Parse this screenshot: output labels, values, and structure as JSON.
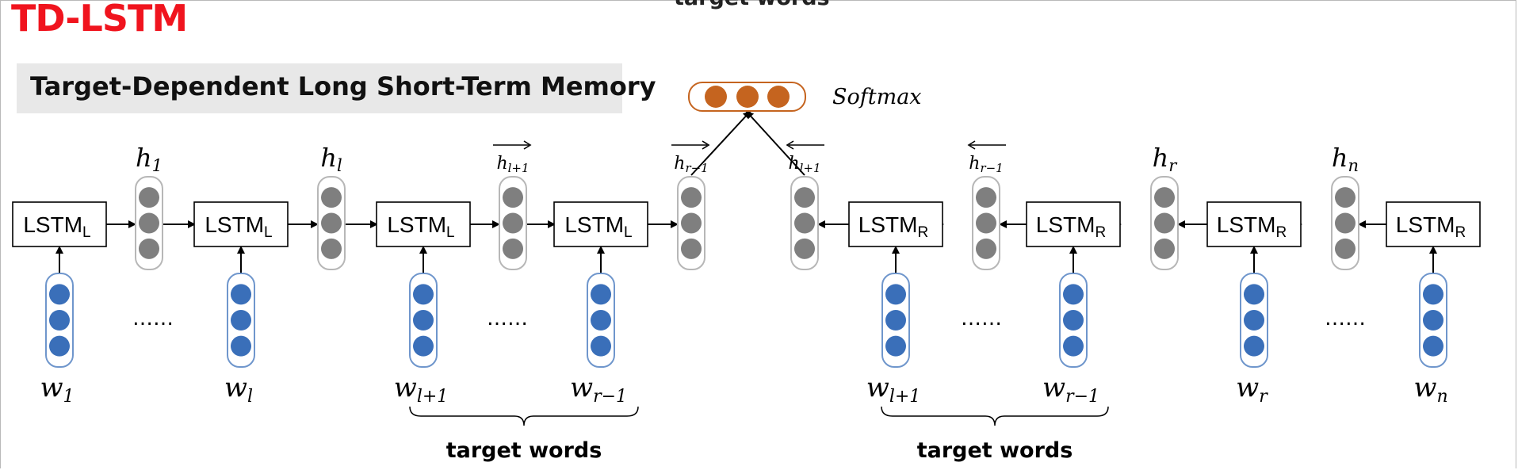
{
  "title": "TD-LSTM",
  "top_cut_label": "target words",
  "subtitle": "Target-Dependent Long Short-Term Memory",
  "softmax_label": "Softmax",
  "dots": "……",
  "target_words_label": "target words",
  "lstm_left": {
    "base": "LSTM",
    "sub": "L"
  },
  "lstm_right": {
    "base": "LSTM",
    "sub": "R"
  },
  "hidden_labels": [
    {
      "base": "h",
      "sub": "1",
      "arrow": ""
    },
    {
      "base": "h",
      "sub": "l",
      "arrow": ""
    },
    {
      "base": "h",
      "sub": "l+1",
      "arrow": "right"
    },
    {
      "base": "h",
      "sub": "r−1",
      "arrow": "right"
    },
    {
      "base": "h",
      "sub": "l+1",
      "arrow": "left"
    },
    {
      "base": "h",
      "sub": "r−1",
      "arrow": "left"
    },
    {
      "base": "h",
      "sub": "r",
      "arrow": ""
    },
    {
      "base": "h",
      "sub": "n",
      "arrow": ""
    }
  ],
  "word_labels": [
    {
      "base": "w",
      "sub": "1"
    },
    {
      "base": "w",
      "sub": "l"
    },
    {
      "base": "w",
      "sub": "l+1"
    },
    {
      "base": "w",
      "sub": "r−1"
    },
    {
      "base": "w",
      "sub": "l+1"
    },
    {
      "base": "w",
      "sub": "r−1"
    },
    {
      "base": "w",
      "sub": "r"
    },
    {
      "base": "w",
      "sub": "n"
    }
  ],
  "colors": {
    "title": "#f0141e",
    "word_node": "#3a6fb9",
    "hidden_node": "#7f7f7f",
    "softmax_node": "#c5641f"
  }
}
